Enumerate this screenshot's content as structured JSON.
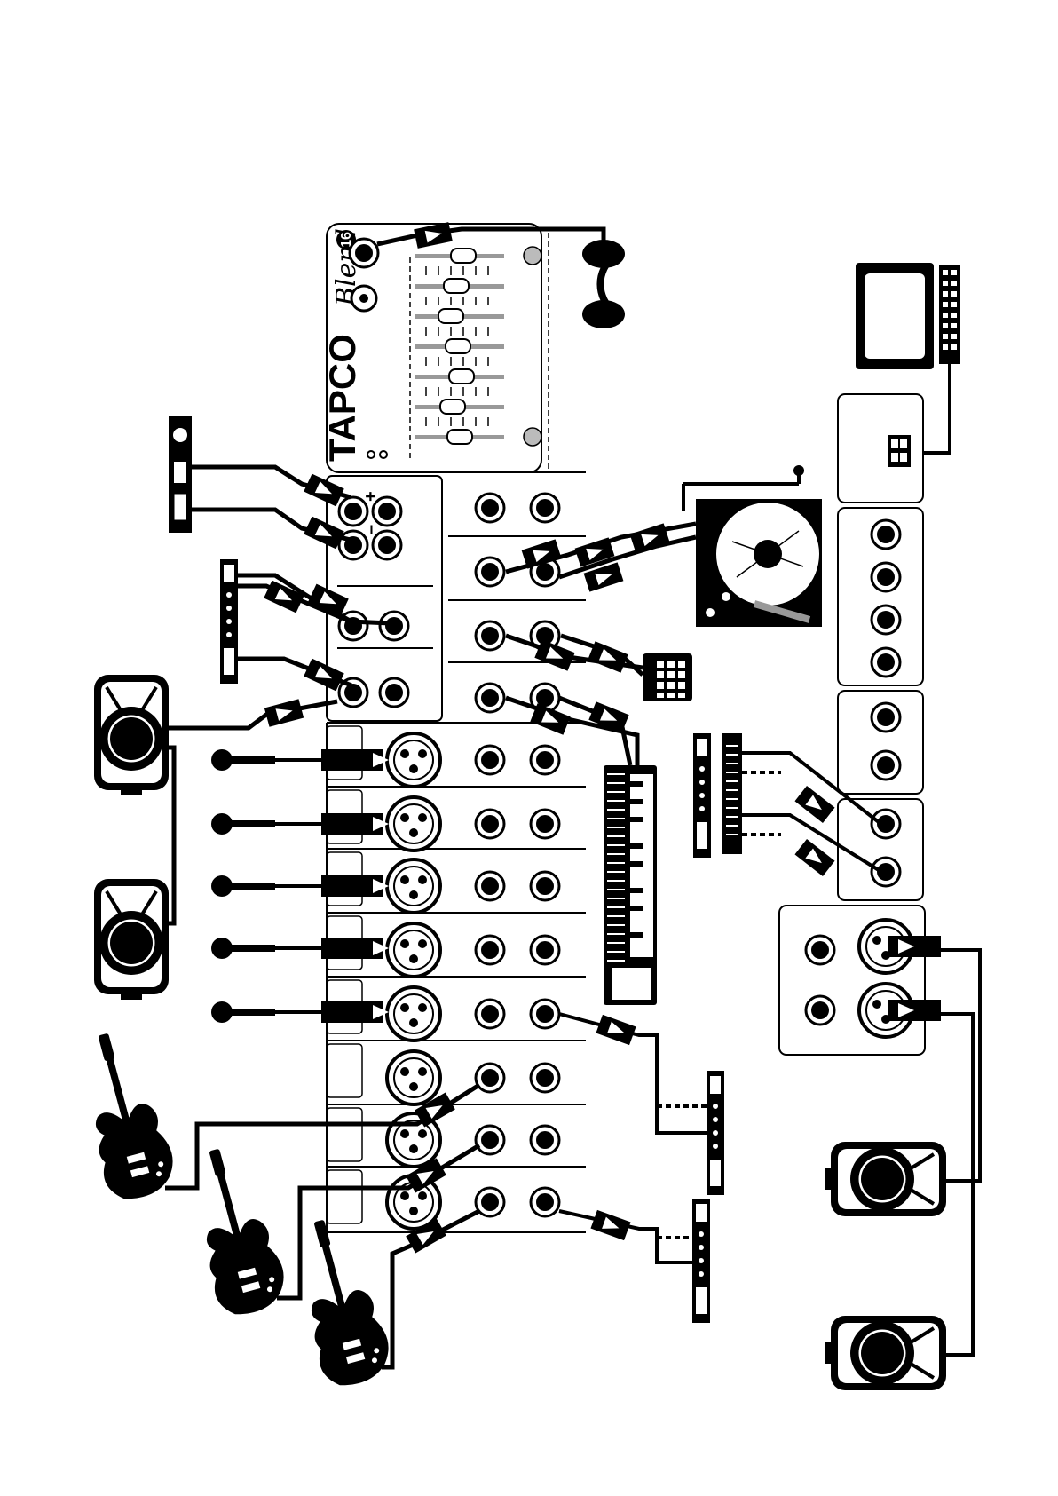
{
  "mixer": {
    "brand": "TAPCO",
    "model": "Blend",
    "model_badge": "16"
  },
  "palette": {
    "ink": "#000000",
    "paper": "#ffffff",
    "gray": "#999999"
  },
  "symbols": {
    "plus": "+",
    "minus": "–"
  },
  "icons": [
    "headphones-icon",
    "monitor-speaker-icon",
    "microphone-icon",
    "guitar-icon",
    "turntable-icon",
    "drum-machine-icon",
    "keyboard-icon",
    "rack-processor-icon",
    "computer-monitor-icon",
    "computer-keyboard-icon",
    "main-speaker-icon"
  ]
}
